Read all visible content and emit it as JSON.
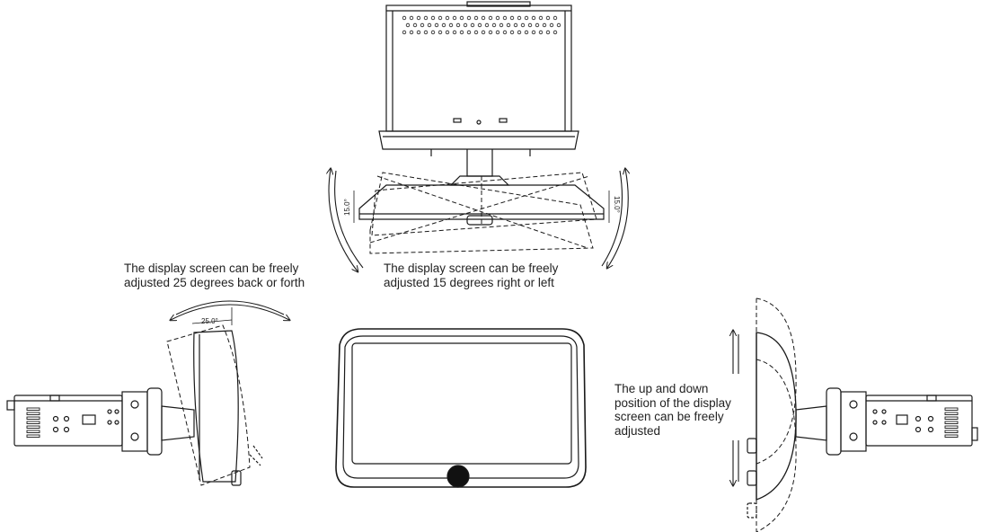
{
  "captions": {
    "tilt": [
      "The display screen can be freely",
      "adjusted 25 degrees back or forth"
    ],
    "swivel": [
      "The display screen can be freely",
      "adjusted 15 degrees right or left"
    ],
    "height": [
      "The up and down",
      "position of the display",
      "screen can be freely",
      "adjusted"
    ]
  },
  "dimensions": {
    "tilt_angle": "25.0°",
    "swivel_left": "15.0°",
    "swivel_right": "15.0°"
  },
  "colors": {
    "line": "#1a1a1a",
    "background": "#ffffff"
  }
}
